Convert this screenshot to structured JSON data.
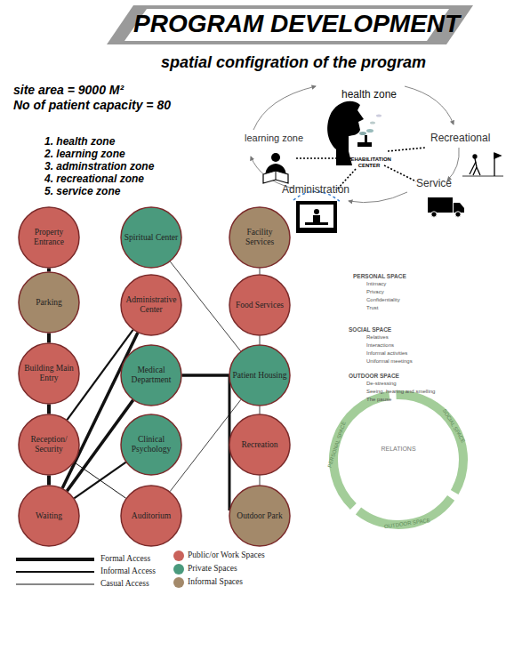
{
  "diagram": {
    "title": "PROGRAM DEVELOPMENT",
    "nodes": [
      {
        "text": [
          "Property Entrance"
        ]
      },
      {
        "text": [
          "Parking"
        ]
      },
      {
        "text": [
          "Building Main Entry"
        ]
      },
      {
        "text": [
          "Reception/ Security"
        ]
      },
      {
        "text": [
          "Waiting"
        ]
      },
      {
        "text": [
          "Spiritual Center"
        ]
      },
      {
        "text": [
          "Administrative Center"
        ]
      },
      {
        "text": [
          "Medical Department"
        ]
      },
      {
        "text": [
          "Clinical Psychology"
        ]
      },
      {
        "text": [
          "Auditorium"
        ]
      },
      {
        "text": [
          "Facility Services"
        ]
      },
      {
        "text": [
          "Food Services"
        ]
      },
      {
        "text": [
          "Patient Housing"
        ]
      },
      {
        "text": [
          "Recreation"
        ]
      },
      {
        "text": [
          "Outdoor Park"
        ]
      }
    ],
    "edges": [
      {
        "from": 0,
        "to": 1,
        "arrow": "none"
      },
      {
        "from": 1,
        "to": 2,
        "arrow": "none"
      },
      {
        "from": 2,
        "to": 3,
        "arrow": "none"
      },
      {
        "from": 3,
        "to": 4,
        "arrow": "none"
      },
      {
        "from": 3,
        "to": 6,
        "arrow": "none"
      },
      {
        "from": 4,
        "to": 6,
        "arrow": "none"
      },
      {
        "from": 4,
        "to": 7,
        "arrow": "none"
      },
      {
        "from": 4,
        "to": 8,
        "arrow": "none"
      },
      {
        "from": 3,
        "to": 9,
        "arrow": "none"
      },
      {
        "from": 5,
        "to": 12,
        "arrow": "none"
      },
      {
        "from": 7,
        "to": 12,
        "arrow": "none"
      },
      {
        "from": 9,
        "to": 12,
        "arrow": "none"
      },
      {
        "from": 10,
        "to": 11,
        "arrow": "none"
      },
      {
        "from": 11,
        "to": 12,
        "arrow": "none"
      },
      {
        "from": 12,
        "to": 13,
        "arrow": "none"
      },
      {
        "from": 13,
        "to": 14,
        "arrow": "none"
      },
      {
        "from": 7,
        "to": 14,
        "arrow": "none"
      }
    ],
    "labels": [
      "spatial configration of the program",
      "site area = 9000 M²",
      "No of patient capacity = 80",
      "1. health zone",
      "2. learning zone",
      "3. adminstration zone",
      "4. recreational zone",
      "5. service zone",
      "health zone",
      "Recreational",
      "Service",
      "Administration",
      "learning zone",
      "REHABILITATION CENTER",
      "PERSONAL SPACE",
      "Intimacy",
      "Privacy",
      "Confidentiality",
      "Trust",
      "SOCIAL SPACE",
      "Relatives",
      "Interactions",
      "Informal activities",
      "Uniformal meetings",
      "OUTDOOR SPACE",
      "De-stressing",
      "Seeing, hearing and smelling",
      "The pause",
      "RELATIONS",
      "PERSONAL SPACE",
      "SOCIAL SPACE",
      "OUTDOOR SPACE"
    ],
    "legend": [
      {
        "text": "Formal Access"
      },
      {
        "text": "Informal Access"
      },
      {
        "text": "Casual Access"
      },
      {
        "text": "Public/or Work Spaces",
        "color": "#c9625b"
      },
      {
        "text": "Private Spaces",
        "color": "#4a9a7d"
      },
      {
        "text": "Informal Spaces",
        "color": "#a3896a"
      }
    ]
  }
}
